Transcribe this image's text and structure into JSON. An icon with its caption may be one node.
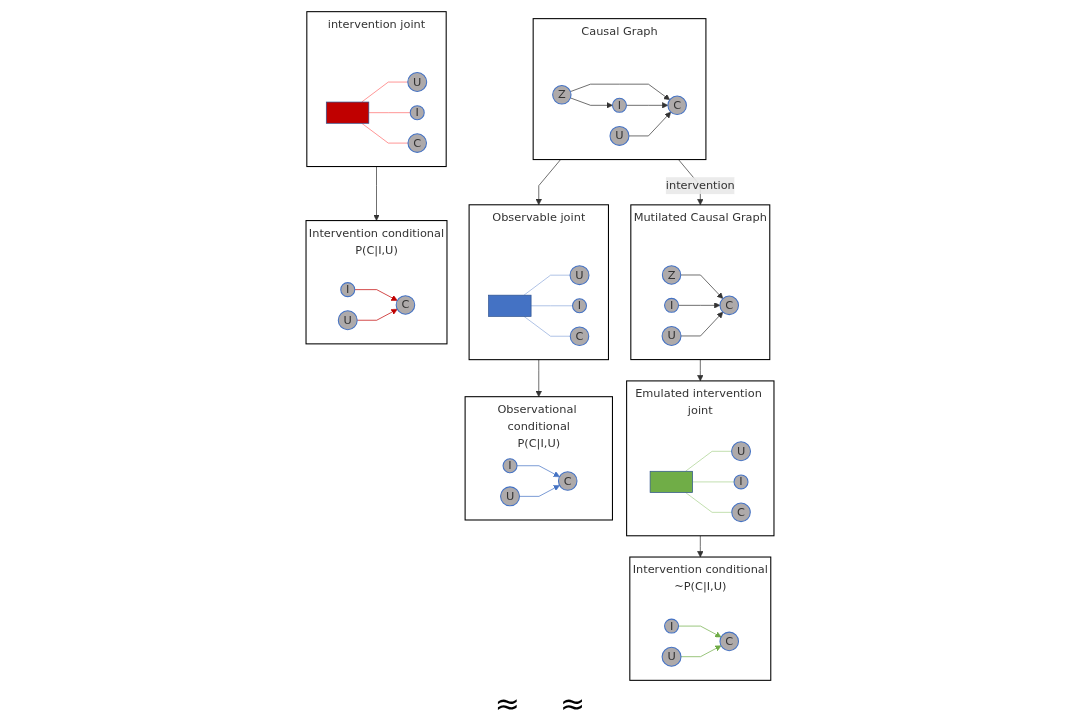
{
  "diagram": {
    "nodes": [
      {
        "text": [
          "Causal Graph"
        ]
      },
      {
        "text": [
          "Z"
        ],
        "in": 0
      },
      {
        "text": [
          "I"
        ],
        "in": 0
      },
      {
        "text": [
          "U"
        ],
        "in": 0
      },
      {
        "text": [
          "C"
        ],
        "in": 0
      },
      {
        "text": [
          "Mutilated Causal Graph"
        ]
      },
      {
        "text": [
          "Z"
        ],
        "in": 5
      },
      {
        "text": [
          "I"
        ],
        "in": 5
      },
      {
        "text": [
          "U"
        ],
        "in": 5
      },
      {
        "text": [
          "C"
        ],
        "in": 5
      },
      {
        "text": [
          "Observable joint"
        ]
      },
      {
        "text": [],
        "shape": "box",
        "in": 10
      },
      {
        "text": [
          "U"
        ],
        "in": 10
      },
      {
        "text": [
          "I"
        ],
        "in": 10
      },
      {
        "text": [
          "C"
        ],
        "in": 10
      },
      {
        "text": [
          "Emulated intervention joint"
        ]
      },
      {
        "text": [],
        "shape": "box",
        "in": 15
      },
      {
        "text": [
          "U"
        ],
        "in": 15
      },
      {
        "text": [
          "I"
        ],
        "in": 15
      },
      {
        "text": [
          "C"
        ],
        "in": 15
      },
      {
        "text": [
          "intervention joint"
        ]
      },
      {
        "text": [],
        "shape": "box",
        "in": 20
      },
      {
        "text": [
          "U"
        ],
        "in": 20
      },
      {
        "text": [
          "I"
        ],
        "in": 20
      },
      {
        "text": [
          "C"
        ],
        "in": 20
      },
      {
        "text": [
          "Observational conditional",
          "P(C|I,U)"
        ]
      },
      {
        "text": [
          "I"
        ],
        "in": 25
      },
      {
        "text": [
          "U"
        ],
        "in": 25
      },
      {
        "text": [
          "C"
        ],
        "in": 25
      },
      {
        "text": [
          "Intervention conditional",
          "~P(C|I,U)"
        ]
      },
      {
        "text": [
          "I"
        ],
        "in": 29
      },
      {
        "text": [
          "U"
        ],
        "in": 29
      },
      {
        "text": [
          "C"
        ],
        "in": 29
      },
      {
        "text": [
          "Intervention conditional",
          "P(C|I,U)"
        ]
      },
      {
        "text": [
          "I"
        ],
        "in": 33
      },
      {
        "text": [
          "U"
        ],
        "in": 33
      },
      {
        "text": [
          "C"
        ],
        "in": 33
      }
    ],
    "edges": [
      {
        "from": 1,
        "to": 2,
        "arrow": "to"
      },
      {
        "from": 1,
        "to": 4,
        "arrow": "to"
      },
      {
        "from": 2,
        "to": 4,
        "arrow": "to"
      },
      {
        "from": 3,
        "to": 4,
        "arrow": "to"
      },
      {
        "from": 0,
        "to": 5,
        "arrow": "to",
        "label": "intervention"
      },
      {
        "from": 6,
        "to": 9,
        "arrow": "to"
      },
      {
        "from": 7,
        "to": 9,
        "arrow": "to"
      },
      {
        "from": 8,
        "to": 9,
        "arrow": "to"
      },
      {
        "from": 0,
        "to": 10,
        "arrow": "to"
      },
      {
        "from": 5,
        "to": 15,
        "arrow": "to"
      },
      {
        "from": 11,
        "to": 12,
        "arrow": "none",
        "color": "#8faadc"
      },
      {
        "from": 11,
        "to": 13,
        "arrow": "none",
        "color": "#8faadc"
      },
      {
        "from": 11,
        "to": 14,
        "arrow": "none",
        "color": "#8faadc"
      },
      {
        "from": 16,
        "to": 17,
        "arrow": "none",
        "color": "#a9d18e"
      },
      {
        "from": 16,
        "to": 18,
        "arrow": "none",
        "color": "#a9d18e"
      },
      {
        "from": 16,
        "to": 19,
        "arrow": "none",
        "color": "#a9d18e"
      },
      {
        "from": 21,
        "to": 22,
        "arrow": "none",
        "color": "#ff6b6b"
      },
      {
        "from": 21,
        "to": 23,
        "arrow": "none",
        "color": "#ff6b6b"
      },
      {
        "from": 21,
        "to": 24,
        "arrow": "none",
        "color": "#ff6b6b"
      },
      {
        "from": 10,
        "to": 25,
        "arrow": "to"
      },
      {
        "from": 15,
        "to": 29,
        "arrow": "to"
      },
      {
        "from": 20,
        "to": 33,
        "arrow": "to"
      },
      {
        "from": 26,
        "to": 28,
        "arrow": "to",
        "color": "#4472c4"
      },
      {
        "from": 27,
        "to": 28,
        "arrow": "to",
        "color": "#4472c4"
      },
      {
        "from": 30,
        "to": 32,
        "arrow": "to",
        "color": "#70ad47"
      },
      {
        "from": 31,
        "to": 32,
        "arrow": "to",
        "color": "#70ad47"
      },
      {
        "from": 34,
        "to": 36,
        "arrow": "to",
        "color": "#c00000"
      },
      {
        "from": 35,
        "to": 36,
        "arrow": "to",
        "color": "#c00000"
      }
    ],
    "labels": [
      "≈",
      "≈"
    ]
  }
}
